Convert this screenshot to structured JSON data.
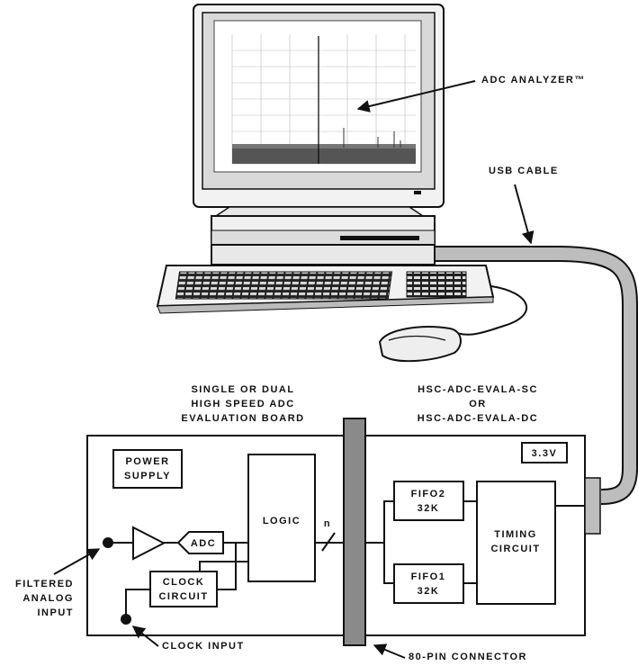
{
  "labels": {
    "adc_analyzer": "ADC ANALYZER™",
    "usb_cable": "USB CABLE",
    "board_title": [
      "SINGLE OR DUAL",
      "HIGH SPEED ADC",
      "EVALUATION BOARD"
    ],
    "board_part": [
      "HSC-ADC-EVALA-SC",
      "OR",
      "HSC-ADC-EVALA-DC"
    ],
    "power_supply": [
      "POWER",
      "SUPPLY"
    ],
    "voltage": "3.3V",
    "logic": "LOGIC",
    "bus_width": "n",
    "adc": "ADC",
    "clock_circuit": [
      "CLOCK",
      "CIRCUIT"
    ],
    "fifo2": [
      "FIFO2",
      "32K"
    ],
    "fifo1": [
      "FIFO1",
      "32K"
    ],
    "timing_circuit": [
      "TIMING",
      "CIRCUIT"
    ],
    "filtered_input": [
      "FILTERED",
      "ANALOG",
      "INPUT"
    ],
    "clock_input": "CLOCK INPUT",
    "connector": "80-PIN CONNECTOR"
  },
  "colors": {
    "line": "#111111",
    "cable": "#bdbdbd",
    "connector": "#8a8a8a",
    "screen_noise": "#555555"
  },
  "icons": [
    "monitor",
    "computer-case",
    "keyboard",
    "mouse",
    "usb-cable"
  ]
}
